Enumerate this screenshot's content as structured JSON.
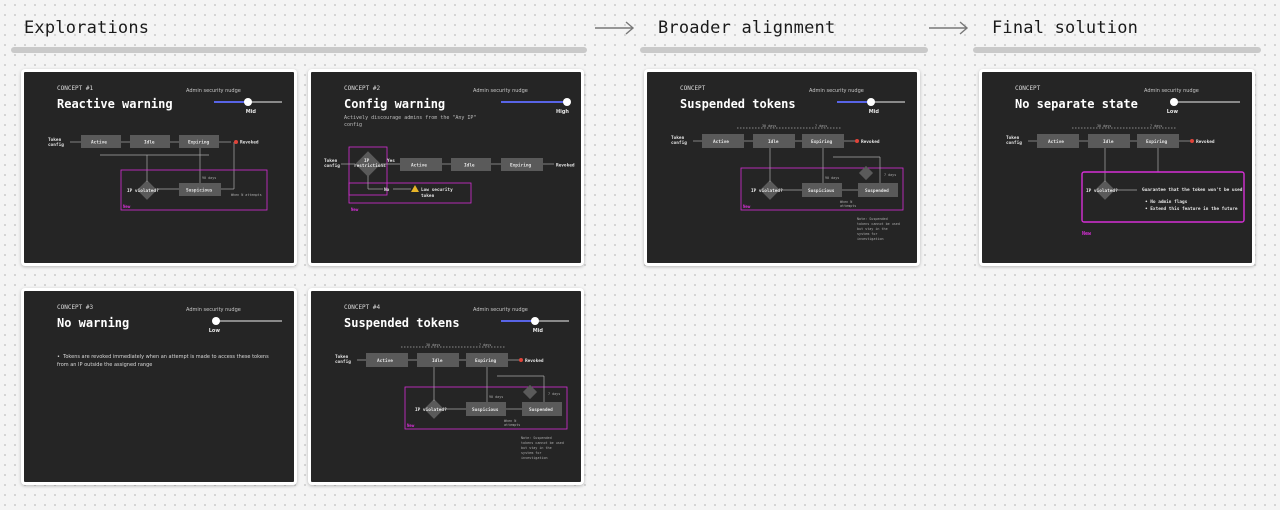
{
  "sections": {
    "explorations": "Explorations",
    "broader": "Broader alignment",
    "final": "Final solution"
  },
  "common": {
    "nudge": "Admin security nudge",
    "token_config": "Token config",
    "active": "Active",
    "idle": "Idle",
    "expiring": "Expiring",
    "revoked": "Revoked",
    "suspicious": "Suspicious",
    "suspended": "Suspended",
    "ip_violated": "IP violated?",
    "new": "New",
    "days_30": "30 days",
    "days_7": "7 days",
    "days_90": "90 days",
    "when_n": "When N attempts",
    "note": "Note: Suspended tokens cannot be used but stay in the system for investigation"
  },
  "cards": {
    "c1": {
      "label": "CONCEPT #1",
      "title": "Reactive warning",
      "level": "Mid",
      "level_frac": 0.5
    },
    "c2": {
      "label": "CONCEPT #2",
      "title": "Config warning",
      "level": "High",
      "level_frac": 1.0,
      "desc": "Actively discourage admins from the \"Any IP\" config",
      "ip_restrictions": "IP restrictions",
      "yes": "Yes",
      "no": "No",
      "low_security": "Low security token"
    },
    "c3": {
      "label": "CONCEPT #3",
      "title": "No warning",
      "level": "Low",
      "level_frac": 0.0,
      "bullet": "Tokens are revoked immediately when an attempt is made to access these tokens from an IP outside the assigned range"
    },
    "c4": {
      "label": "CONCEPT #4",
      "title": "Suspended tokens",
      "level": "Mid",
      "level_frac": 0.5
    },
    "c5": {
      "label": "CONCEPT",
      "title": "Suspended tokens",
      "level": "Mid",
      "level_frac": 0.5
    },
    "c6": {
      "label": "CONCEPT",
      "title": "No separate state",
      "level": "Low",
      "level_frac": 0.0,
      "guarantee": "Guarantee that the token won't be used",
      "bullet1": "No admin flags",
      "bullet2": "Extend this feature in the future"
    }
  },
  "colors": {
    "magenta": "#d62fd6",
    "box": "#5a5a5a",
    "card_bg": "#252525",
    "slider": "#5864e6",
    "revoked": "#e0443a"
  }
}
